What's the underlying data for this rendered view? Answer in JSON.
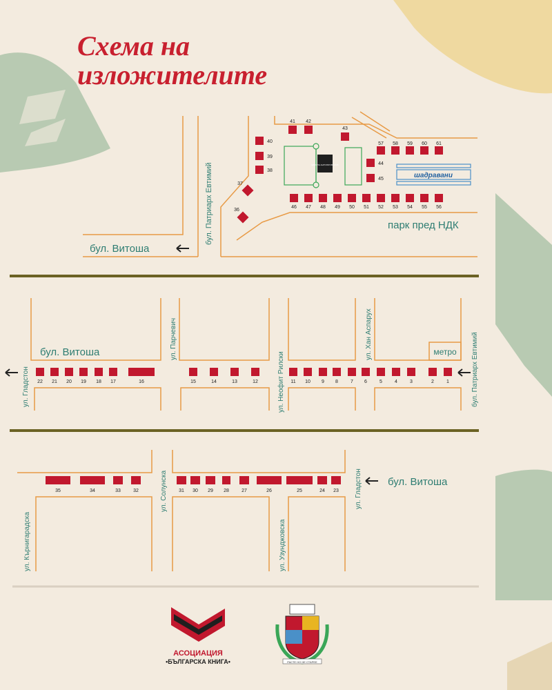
{
  "title": {
    "line1": "Схема на",
    "line2": "изложителите"
  },
  "colors": {
    "background": "#f3ebdf",
    "stand": "#c1182e",
    "street": "#e89a45",
    "label": "#2e7d72",
    "divider": "#6b6224",
    "park": "#3aa657",
    "fountain": "#4a90c8",
    "decor_yellow": "#efd9a0",
    "decor_green": "#b8cab2"
  },
  "section1": {
    "streets": {
      "patriarh": "бул. Патриарх Евтимий",
      "vitosha": "бул. Витоша",
      "park": "парк пред НДК",
      "fountains": "шадравани",
      "center_sign": "ЕВРОПА АНТОЛОГИЯ 2025"
    },
    "stands_top": [
      "41",
      "42",
      "43"
    ],
    "stands_left": [
      "40",
      "39",
      "38",
      "37",
      "36"
    ],
    "stands_mid": [
      "44",
      "45"
    ],
    "stands_right": [
      "57",
      "58",
      "59",
      "60",
      "61"
    ],
    "stands_bottom": [
      "46",
      "47",
      "48",
      "49",
      "50",
      "51",
      "52",
      "53",
      "54",
      "55",
      "56"
    ]
  },
  "section2": {
    "streets": {
      "vitosha": "бул. Витоша",
      "gladston": "ул. Гладстон",
      "parchevich": "ул. Парчевич",
      "neofit": "ул. Неофит Рилски",
      "asparuh": "ул. Хан Аспарух",
      "patriarh": "бул. Патриарх Евтимий",
      "metro": "метро"
    },
    "stands": [
      "22",
      "21",
      "20",
      "19",
      "18",
      "17",
      "16",
      "15",
      "14",
      "13",
      "12",
      "11",
      "10",
      "9",
      "8",
      "7",
      "6",
      "5",
      "4",
      "3",
      "2",
      "1"
    ]
  },
  "section3": {
    "streets": {
      "vitosha": "бул. Витоша",
      "krakra": "ул. Кърнигарадска",
      "solunska": "ул. Солунска",
      "uzundzhovska": "ул. Узунджовска",
      "gladston": "ул. Гладстон"
    },
    "stands": [
      "35",
      "34",
      "33",
      "32",
      "31",
      "30",
      "29",
      "28",
      "27",
      "26",
      "25",
      "24",
      "23"
    ]
  },
  "footer": {
    "assoc_line1": "АСОЦИАЦИЯ",
    "assoc_line2": "•БЪЛГАРСКА КНИГА•",
    "coat_motto": "РАСТЕ НО НЕ СТАРЕЕ",
    "coat_icon": "sofia-coat-of-arms-icon",
    "assoc_icon": "chevron-logo-icon"
  }
}
